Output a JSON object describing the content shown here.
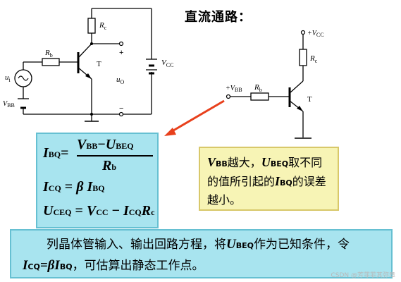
{
  "title": "直流通路：",
  "circuit_left": {
    "rb": "R",
    "rb_sub": "b",
    "rc": "R",
    "rc_sub": "c",
    "t": "T",
    "ui": "u",
    "ui_sub": "i",
    "vbb": "V",
    "vbb_sub": "BB",
    "vcc": "V",
    "vcc_sub": "CC",
    "uo": "u",
    "uo_sub": "O",
    "plus": "+",
    "minus": "−"
  },
  "circuit_right": {
    "vcc_label": "+V",
    "vcc_sub": "CC",
    "vbb_label": "+V",
    "vbb_sub": "BB",
    "rb": "R",
    "rb_sub": "b",
    "rc": "R",
    "rc_sub": "c",
    "t": "T"
  },
  "formulas": {
    "ibq": {
      "lhs": "I",
      "lhs_sub": "BQ",
      "eq": "=",
      "num_a": "V",
      "num_a_sub": "BB",
      "minus": "−",
      "num_b": "U",
      "num_b_sub": "BEQ",
      "den": "R",
      "den_sub": "b"
    },
    "icq": {
      "lhs": "I",
      "lhs_sub": "CQ",
      "eq": " = ",
      "beta": "β",
      "rhs": " I",
      "rhs_sub": "BQ"
    },
    "uceq": {
      "lhs": "U",
      "lhs_sub": "CEQ",
      "eq": " = ",
      "a": "V",
      "a_sub": "CC",
      "minus": " − ",
      "b": "I",
      "b_sub": "CQ",
      "c": "R",
      "c_sub": "c"
    }
  },
  "note": {
    "v": "V",
    "v_sub": "BB",
    "t1": "越大，",
    "u": "U",
    "u_sub": "BEQ",
    "t2": "取不同的值所引起的",
    "i": "I",
    "i_sub": "BQ",
    "t3": "的误差越小。"
  },
  "method": {
    "t1": "列晶体管输入、输出回路方程，将",
    "u": "U",
    "u_sub": "BEQ",
    "t2": "作为已知条件，令",
    "icq": "I",
    "icq_sub": "CQ",
    "eq": "=β",
    "ibq": "I",
    "ibq_sub": "BQ",
    "t3": "，可估算出静态工作点。"
  },
  "watermark": "CSDN @芳菲菲其弥章",
  "colors": {
    "formula_bg": "#a8e4ef",
    "note_bg": "#f7f4b5",
    "arrow": "#e8401c"
  }
}
